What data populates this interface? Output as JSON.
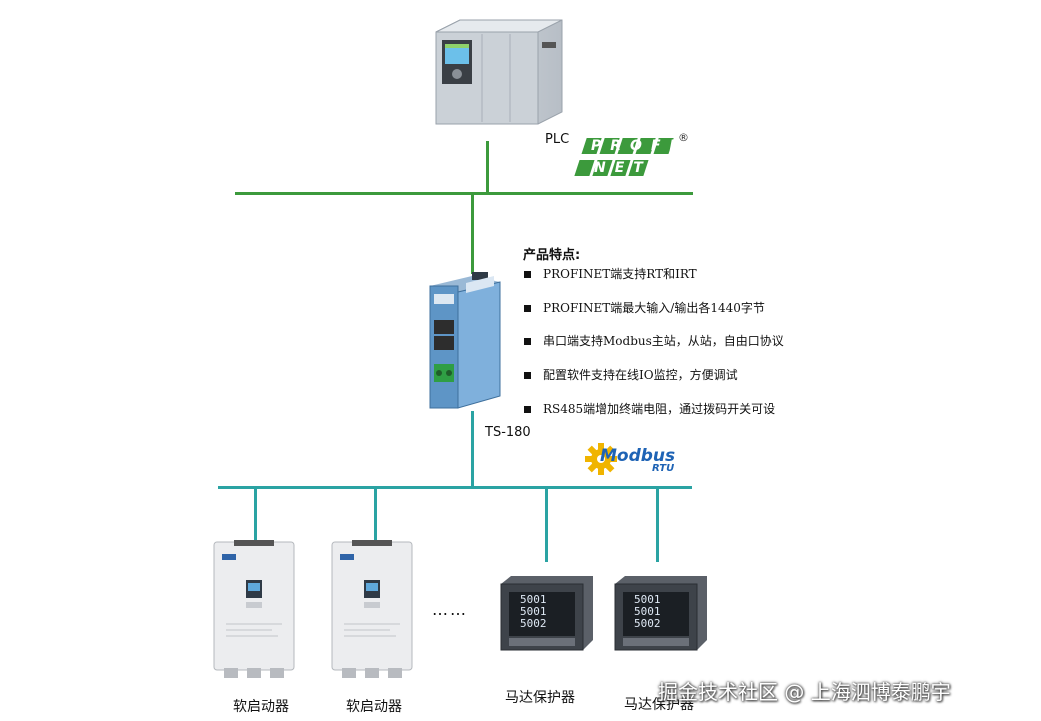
{
  "plc": {
    "label": "PLC"
  },
  "profinet": {
    "line1": "PROFI",
    "line2": "NET",
    "mark": "®"
  },
  "gateway": {
    "label": "TS-180"
  },
  "features": {
    "title": "产品特点:",
    "items": [
      "PROFINET端支持RT和IRT",
      "PROFINET端最大输入/输出各1440字节",
      "串口端支持Modbus主站，从站，自由口协议",
      "配置软件支持在线IO监控，方便调试",
      "RS485端增加终端电阻，通过拨码开关可设"
    ]
  },
  "modbus": {
    "word": "Modbus",
    "sub": "RTU"
  },
  "devices": {
    "starter1": "软启动器",
    "starter2": "软启动器",
    "ellipsis": "……",
    "protector1": "马达保护器",
    "protector2": "马达保护器"
  },
  "meter": {
    "r1": "5001",
    "r2": "5001",
    "r3": "5002"
  },
  "watermark": "掘金技术社区 @ 上海泗博泰鹏宇",
  "colors": {
    "profinet_green": "#3c9a3c",
    "modbus_line": "#2aa3a3",
    "modbus_text": "#1e63b5",
    "modbus_gear": "#f0b400"
  }
}
